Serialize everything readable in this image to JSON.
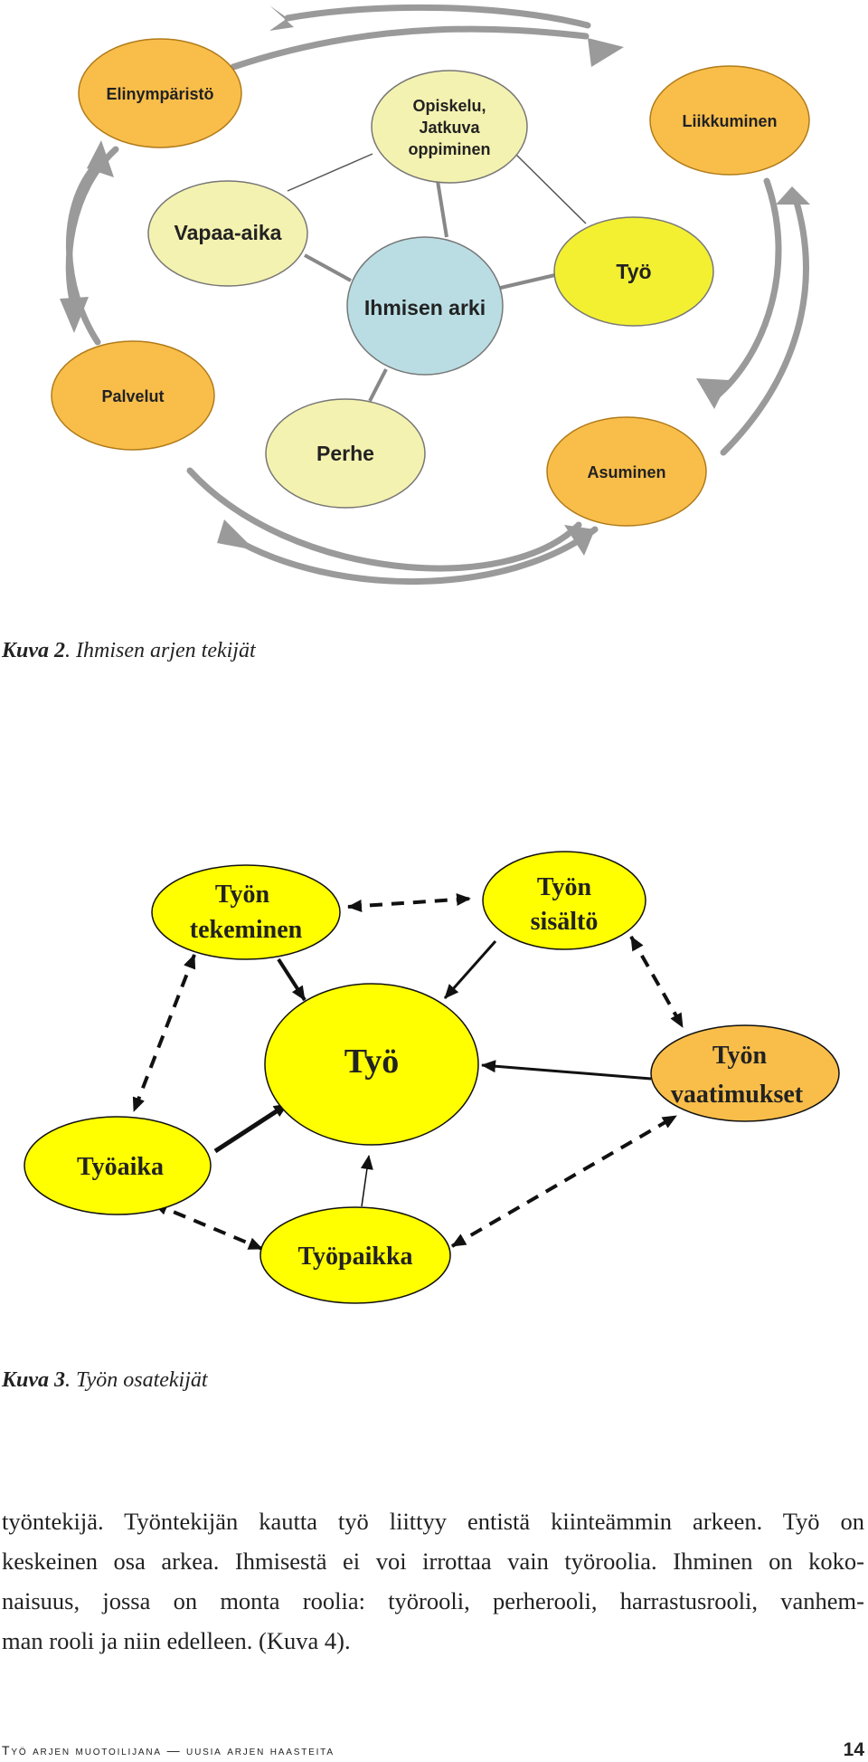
{
  "figure2": {
    "nodes": {
      "elinymparisto": "Elinympäristö",
      "opiskelu": [
        "Opiskelu,",
        "Jatkuva",
        "oppiminen"
      ],
      "liikkuminen": "Liikkuminen",
      "vapaa_aika": "Vapaa-aika",
      "tyo": "Työ",
      "ihmisen_arki": "Ihmisen arki",
      "palvelut": "Palvelut",
      "perhe": "Perhe",
      "asuminen": "Asuminen"
    },
    "caption_label": "Kuva 2",
    "caption_text": ". Ihmisen arjen tekijät",
    "colors": {
      "orange": "#F9BE4A",
      "pale_yellow": "#F4F2B0",
      "light_blue": "#B9DDE3",
      "yellow": "#F3F032",
      "arrow_gray": "#9A9A9A"
    }
  },
  "figure3": {
    "nodes": {
      "tyon_tekeminen": [
        "Työn",
        "tekeminen"
      ],
      "tyon_sisalto": [
        "Työn",
        "sisältö"
      ],
      "tyo": "Työ",
      "tyon_vaatimukset": [
        "Työn",
        "vaatimukset"
      ],
      "tyoaika": "Työaika",
      "tyopaikka": "Työpaikka"
    },
    "caption_label": "Kuva 3",
    "caption_text": ". Työn osatekijät",
    "colors": {
      "yellow": "#FFFF00",
      "orange": "#F9BE4A"
    }
  },
  "body": {
    "lines": [
      "työntekijä. Työntekijän kautta työ liittyy entistä kiinteämmin arkeen. Työ on",
      "keskeinen osa arkea. Ihmisestä ei voi irrottaa vain työroolia. Ihminen on koko-",
      "naisuus, jossa on monta roolia: työrooli, perherooli, harrastusrooli, vanhem-",
      "man rooli ja niin edelleen. (Kuva 4)."
    ]
  },
  "footer": {
    "title": "Työ arjen muotoilijana — uusia arjen haasteita",
    "page": "14"
  }
}
